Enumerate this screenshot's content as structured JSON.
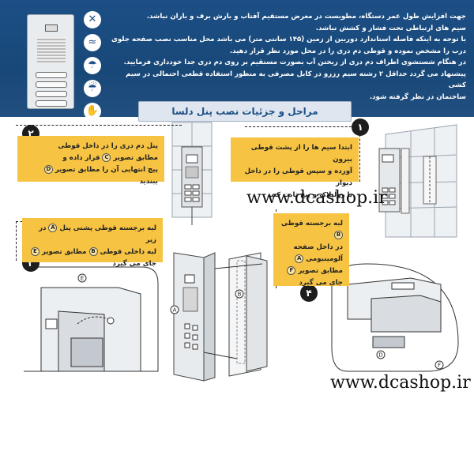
{
  "intro": {
    "lines": [
      "جهت افزایش طول عمر دستگاه، مطوبست در معرض مستقیم آفتاب و بارش برف و باران نباشد.",
      "سیم های ارتباطی تحت فشار و کشش نباشد.",
      "با توجه به اینکه فاصله استاندارد دوربین از زمین (۱۴۵ سانتی متر) می باشد محل مناسب نصب صفحه جلوی",
      "درب را مشخص نموده و قوطی دم دری را در محل مورد نظر قرار دهید.",
      "در هنگام شستشوی اطراف دم دری از ریختن آب بصورت مستقیم بر روی دم دری جدا خودداری فرمایید.",
      "پیشنهاد می گردد حداقل ۲ رشته سیم رزرو در کابل مصرفی به منظور استفاده قطعی احتمالی در سیم کشی",
      "ساختمان در نظر گرفته شود."
    ]
  },
  "section_title": "مراحل و جزئیات نصب پنل دلسا",
  "steps": {
    "s1": {
      "num": "۱",
      "text_a": "ابتدا سیم ها را از پشت قوطی بیرون",
      "text_b": "آورده و سپس قوطی را در داخل دیوار",
      "text_c": "با رولپلاک و پیچ ثابت کنید"
    },
    "s2": {
      "num": "۲",
      "text_a": "پنل دم دری را در داخل قوطی",
      "text_b1": "مطابق تصویر",
      "badge_c": "C",
      "text_b2": "قرار داده و",
      "text_c1": "پیچ انتهایی آن را مطابق تصویر",
      "badge_d": "D",
      "text_c2": "ببندید"
    },
    "s3": {
      "num": "۳",
      "text_a1": "لبه برجسته قوطی پشتی پنل",
      "badge_a": "A",
      "text_a2": "در زیر",
      "text_b1": "لبه داخلی قوطی",
      "badge_b": "B",
      "text_b2": "مطابق تصویر",
      "badge_e": "E",
      "text_c": "جای می گیرد"
    },
    "s4": {
      "num": "۴",
      "text_a1": "لبه برجسته قوطی",
      "badge_b": "B",
      "text_b": "در داخل صفحه",
      "text_c1": "آلومینیومی",
      "badge_a": "A",
      "text_d": "مطابق تصویر",
      "badge_f": "F",
      "text_e": "جای می گیرد"
    }
  },
  "watermark": "www.dcashop.ir",
  "callouts": [
    "A",
    "B",
    "E",
    "F",
    "D"
  ],
  "colors": {
    "header_blue": "#1c4f86",
    "step_yellow": "#f6c343"
  }
}
